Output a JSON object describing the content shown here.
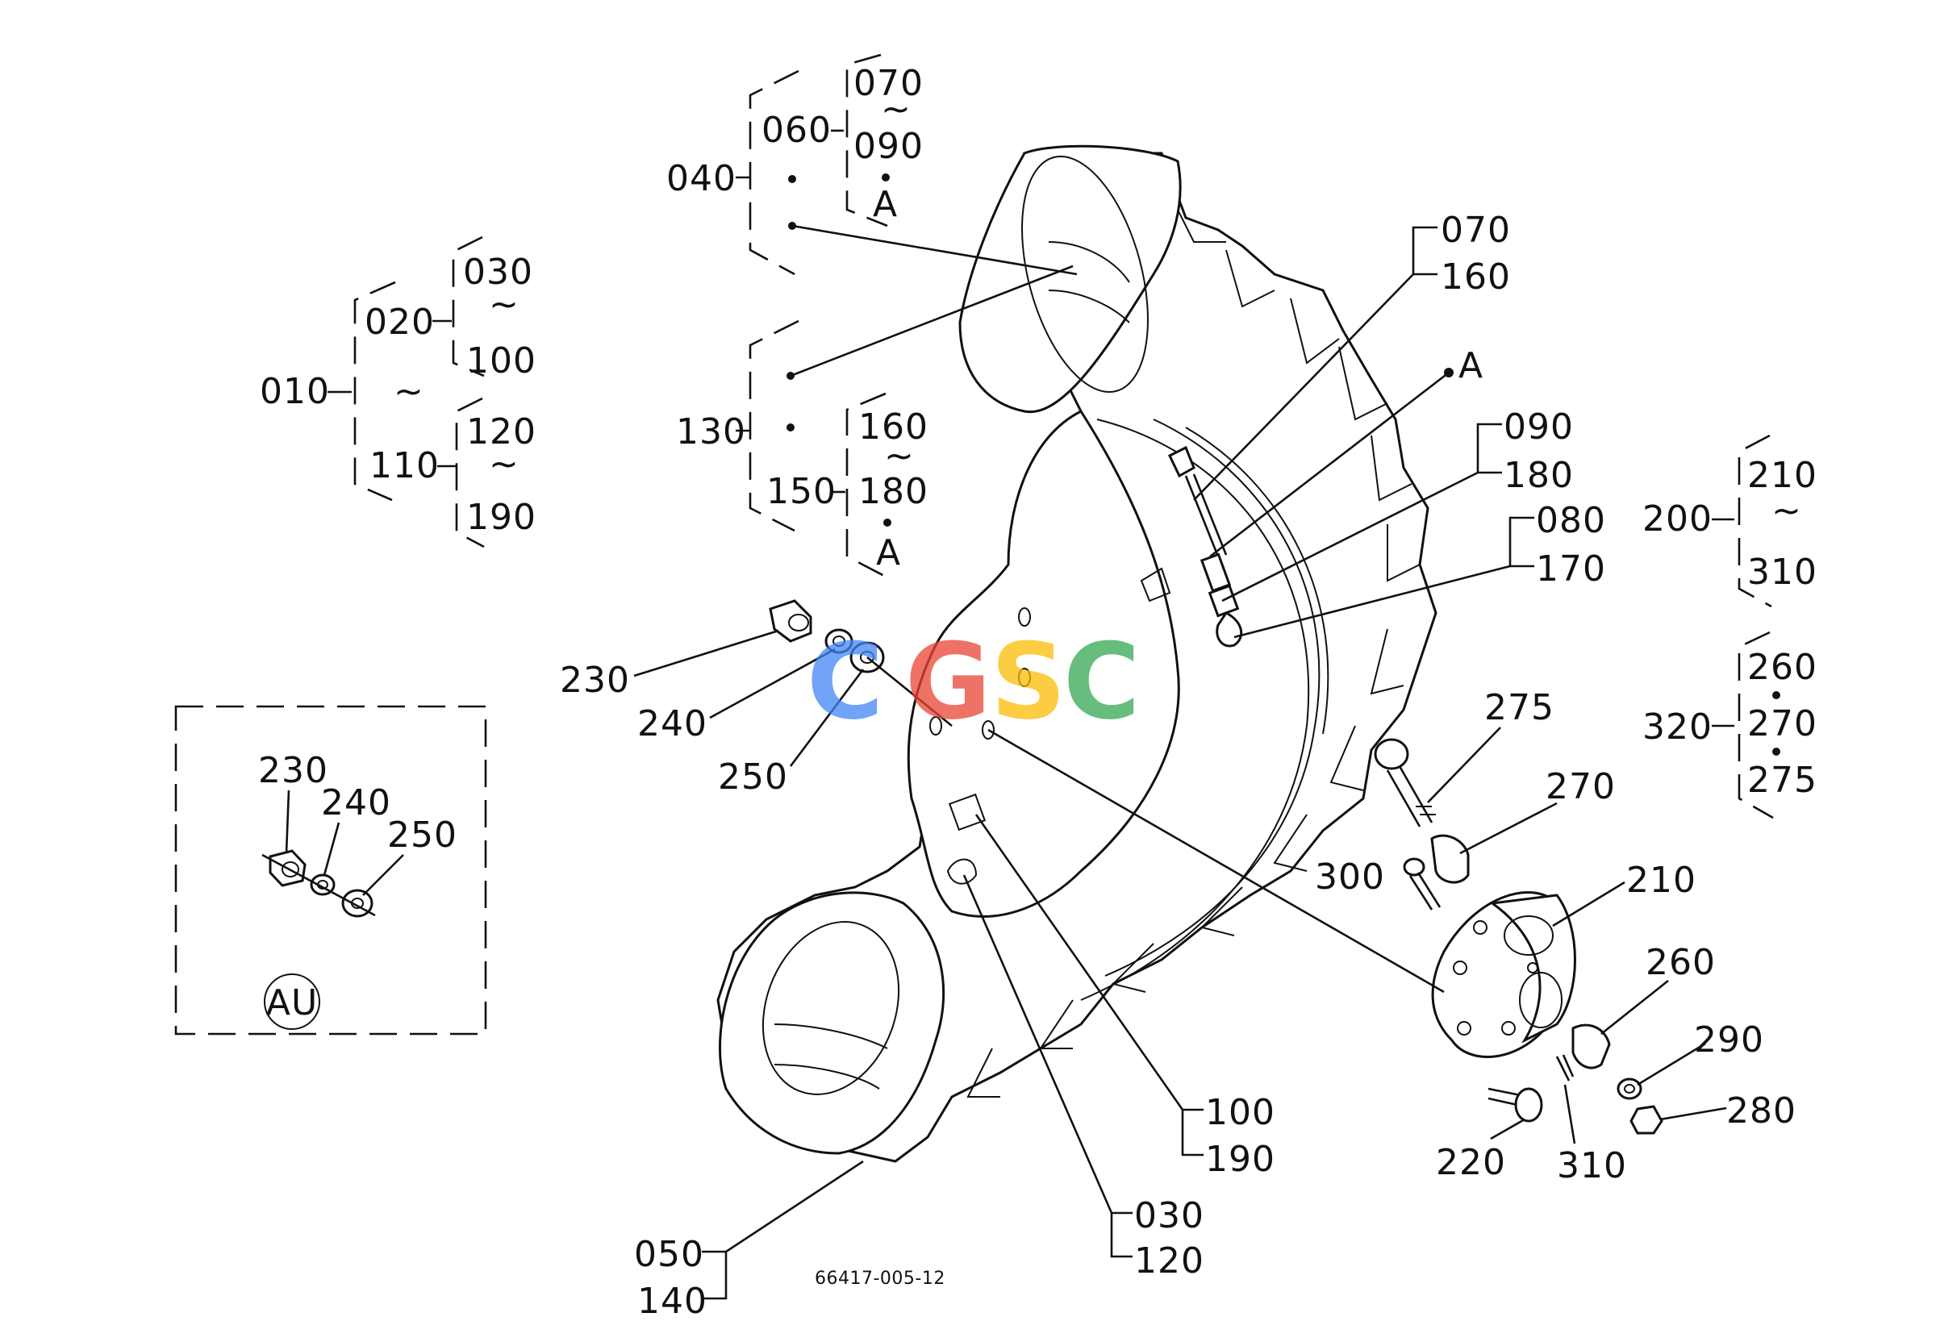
{
  "labels": {
    "n040": "040",
    "n060": "060",
    "n070a": "070",
    "n090a": "090",
    "A_top": "A",
    "n010": "010",
    "n020": "020",
    "n030a": "030",
    "n100a": "100",
    "n110": "110",
    "n120a": "120",
    "n190a": "190",
    "n130": "130",
    "n150": "150",
    "n160a": "160",
    "n180a": "180",
    "A_mid": "A",
    "n070b": "070",
    "n160b": "160",
    "A_right": "A",
    "n090b": "090",
    "n180b": "180",
    "n080": "080",
    "n170": "170",
    "n200": "200",
    "n210a": "210",
    "n310a": "310",
    "n320": "320",
    "n260a": "260",
    "n270a": "270",
    "n275a": "275",
    "n230": "230",
    "n240": "240",
    "n250": "250",
    "au_230": "230",
    "au_240": "240",
    "au_250": "250",
    "au_tag": "AU",
    "n275b": "275",
    "n270b": "270",
    "n300": "300",
    "n210b": "210",
    "n260b": "260",
    "n290": "290",
    "n280": "280",
    "n220": "220",
    "n310b": "310",
    "n100b": "100",
    "n190b": "190",
    "n030b": "030",
    "n120b": "120",
    "n050": "050",
    "n140": "140",
    "drawing_code": "66417-005-12"
  },
  "watermark": {
    "letters": [
      "C",
      "G",
      "S",
      "C"
    ],
    "colors": [
      "#4285F4",
      "#EA4335",
      "#FBBC05",
      "#34A853"
    ]
  }
}
